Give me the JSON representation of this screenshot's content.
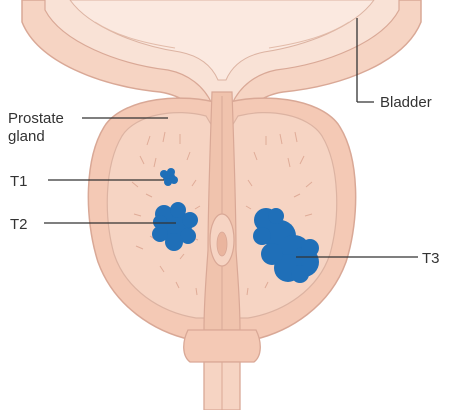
{
  "labels": {
    "bladder": "Bladder",
    "prostate_line1": "Prostate",
    "prostate_line2": "gland",
    "t1": "T1",
    "t2": "T2",
    "t3": "T3"
  },
  "colors": {
    "tissue_fill": "#f6d4c3",
    "tissue_light": "#f9e2d6",
    "tissue_outline": "#d9a896",
    "urethra_fill": "#f0c3ad",
    "tumor": "#1f6fb8",
    "text": "#333333"
  }
}
